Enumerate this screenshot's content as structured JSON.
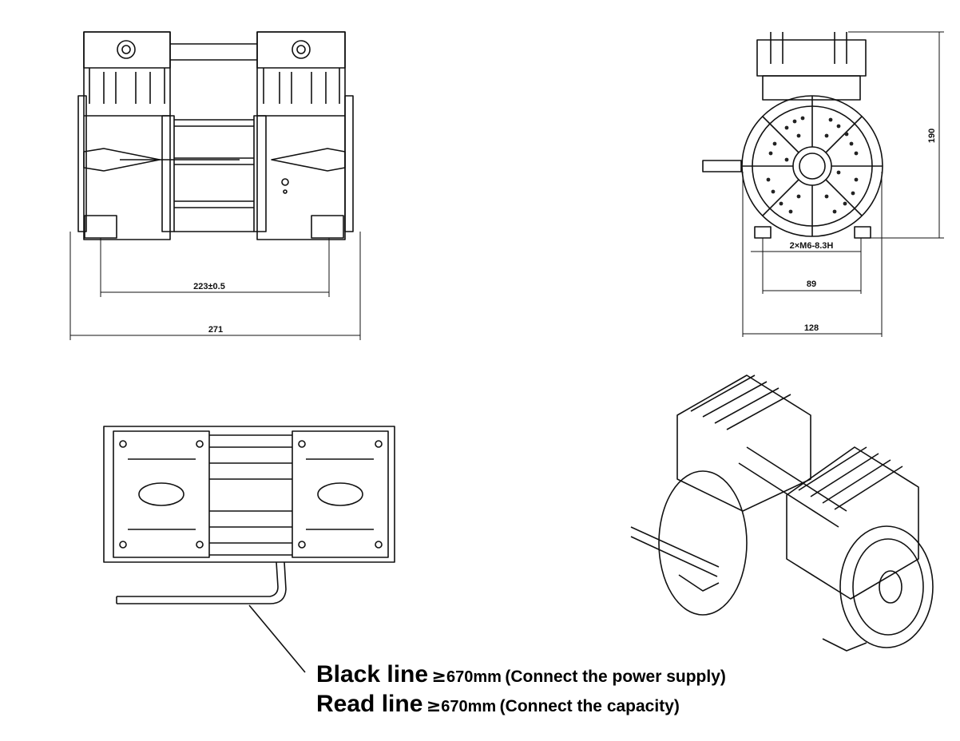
{
  "front_view": {
    "dim_mount_spacing": "223±0.5",
    "dim_total_length": "271"
  },
  "side_view": {
    "dim_height": "190",
    "dim_mount_holes": "2×M6-8.3H",
    "dim_foot_spacing": "89",
    "dim_total_width": "128"
  },
  "notes": {
    "black": {
      "label": "Black line",
      "symbol": "≥",
      "length": "670mm",
      "description": "(Connect the power supply)"
    },
    "red": {
      "label": "Read line",
      "symbol": "≥",
      "length": "670mm",
      "description": "(Connect the capacity)"
    }
  }
}
